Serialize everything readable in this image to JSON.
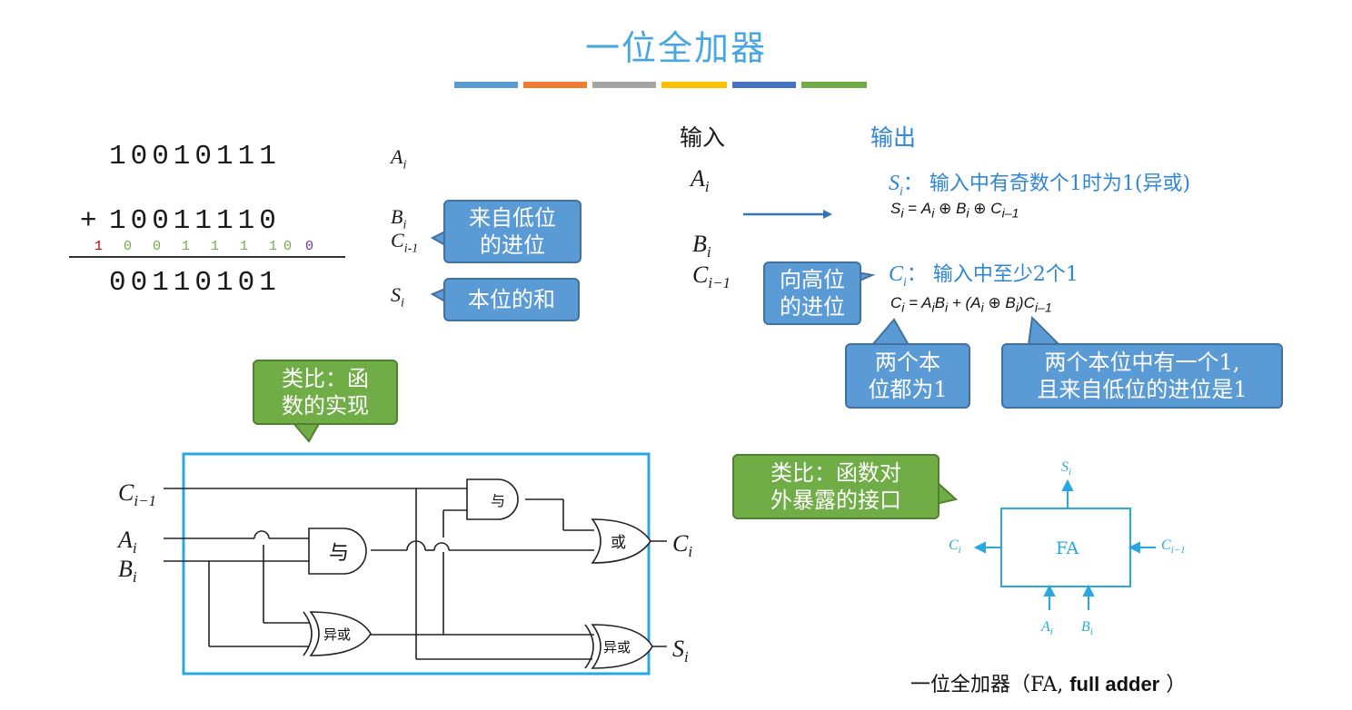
{
  "title": "一位全加器",
  "title_bar_colors": [
    "#5b9bd5",
    "#ed7d31",
    "#a5a5a5",
    "#ffc000",
    "#4472c4",
    "#70ad47"
  ],
  "addition": {
    "row1": "10010111",
    "row2": "10011110",
    "plus": "+",
    "carries": [
      "1",
      "0",
      "0",
      "1",
      "1",
      "1",
      "1",
      "0",
      "0"
    ],
    "carry_colors": [
      "#c00000",
      "#70ad47",
      "#70ad47",
      "#70ad47",
      "#70ad47",
      "#70ad47",
      "#70ad47",
      "#70ad47",
      "#7030a0"
    ],
    "result": "00110101"
  },
  "labels": {
    "a": "A",
    "b": "B",
    "c": "C",
    "s": "S",
    "sub_i": "i",
    "sub_i1": "i-1",
    "sub_i_minus_1": "i−1"
  },
  "callouts": {
    "carry_in": [
      "来自低位",
      "的进位"
    ],
    "sum": "本位的和",
    "carry_out": [
      "向高位",
      "的进位"
    ],
    "both_one": [
      "两个本",
      "位都为1"
    ],
    "one_plus_carry": [
      "两个本位中有一个1,",
      "且来自低位的进位是1"
    ],
    "func_impl": [
      "类比：函",
      "数的实现"
    ],
    "func_iface": [
      "类比：函数对",
      "外暴露的接口"
    ]
  },
  "io": {
    "input": "输入",
    "output": "输出",
    "s_desc": "：  输入中有奇数个1时为1(异或)",
    "s_formula": {
      "lhs": "S",
      "eq": " = ",
      "parts": [
        "A",
        " ⊕ ",
        "B",
        " ⊕ ",
        "C"
      ],
      "subs": [
        "i",
        "i",
        "i",
        "i",
        "i–1"
      ]
    },
    "c_desc": "：  输入中至少2个1",
    "c_formula_text": "= A",
    "c_formula": [
      "C",
      "i",
      " = A",
      "i",
      "B",
      "i",
      " + (A",
      "i",
      " ⊕ B",
      "i",
      ")C",
      "i–1"
    ]
  },
  "circuit": {
    "and_label": "与",
    "or_label": "或",
    "xor_label": "异或"
  },
  "fa": {
    "label": "FA",
    "caption_prefix": "一位全加器（FA, ",
    "caption_bold": "full adder",
    "caption_suffix": " ）"
  }
}
